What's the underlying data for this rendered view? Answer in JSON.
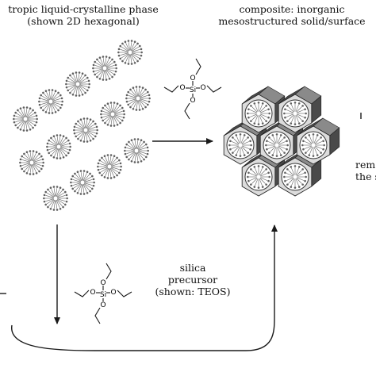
{
  "labels": {
    "lc_phase_line1": "tropic liquid-crystalline phase",
    "lc_phase_line2": "(shown 2D hexagonal)",
    "composite_line1": "composite: inorganic",
    "composite_line2": "mesostructured solid/surface",
    "silica_line1": "silica",
    "silica_line2": "precursor",
    "silica_line3": "(shown: TEOS)",
    "removal_line1": "rem",
    "removal_line2": "the s"
  },
  "molecule": {
    "center_atom": "Si",
    "ligand_atom": "O"
  },
  "colors": {
    "line": "#1a1a1a",
    "prism_top": "#dcdcdc",
    "prism_side_light": "#8a8a8a",
    "prism_side_dark": "#4a4a4a",
    "pore": "#ffffff",
    "surfactant": "#606060"
  }
}
